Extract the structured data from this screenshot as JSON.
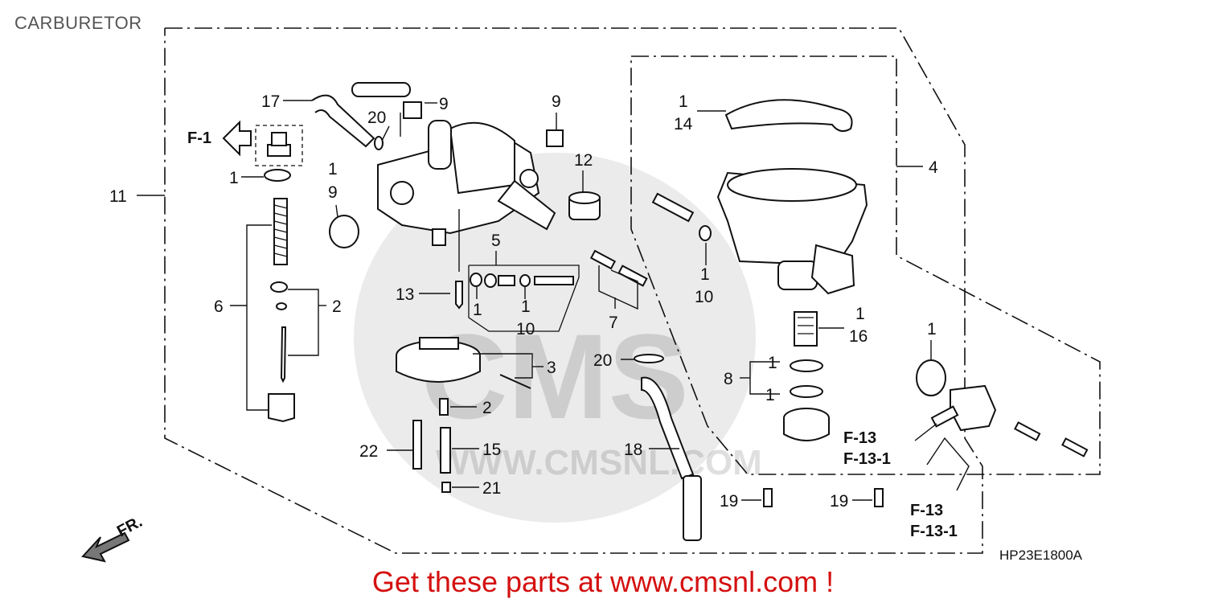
{
  "title": "CARBURETOR",
  "diagram_code": "HP23E1800A",
  "promo_text": "Get these parts at www.cmsnl.com !",
  "watermark": {
    "text": "CMS",
    "url": "WWW.CMSNL.COM"
  },
  "labels": {
    "l1_top": "1",
    "l2": "2",
    "l3": "3",
    "l4": "4",
    "l5": "5",
    "l6": "6",
    "l7": "7",
    "l8": "8",
    "l9": "9",
    "l11": "11",
    "l12": "12",
    "l13": "13",
    "l14": "14",
    "l15": "15",
    "l16": "16",
    "l17": "17",
    "l18": "18",
    "l19": "19",
    "l20": "20",
    "l21": "21",
    "l22": "22",
    "l10": "10"
  },
  "refs": {
    "f1": "F-1",
    "f13": "F-13",
    "f13_1": "F-13-1"
  },
  "direction_label": "FR."
}
